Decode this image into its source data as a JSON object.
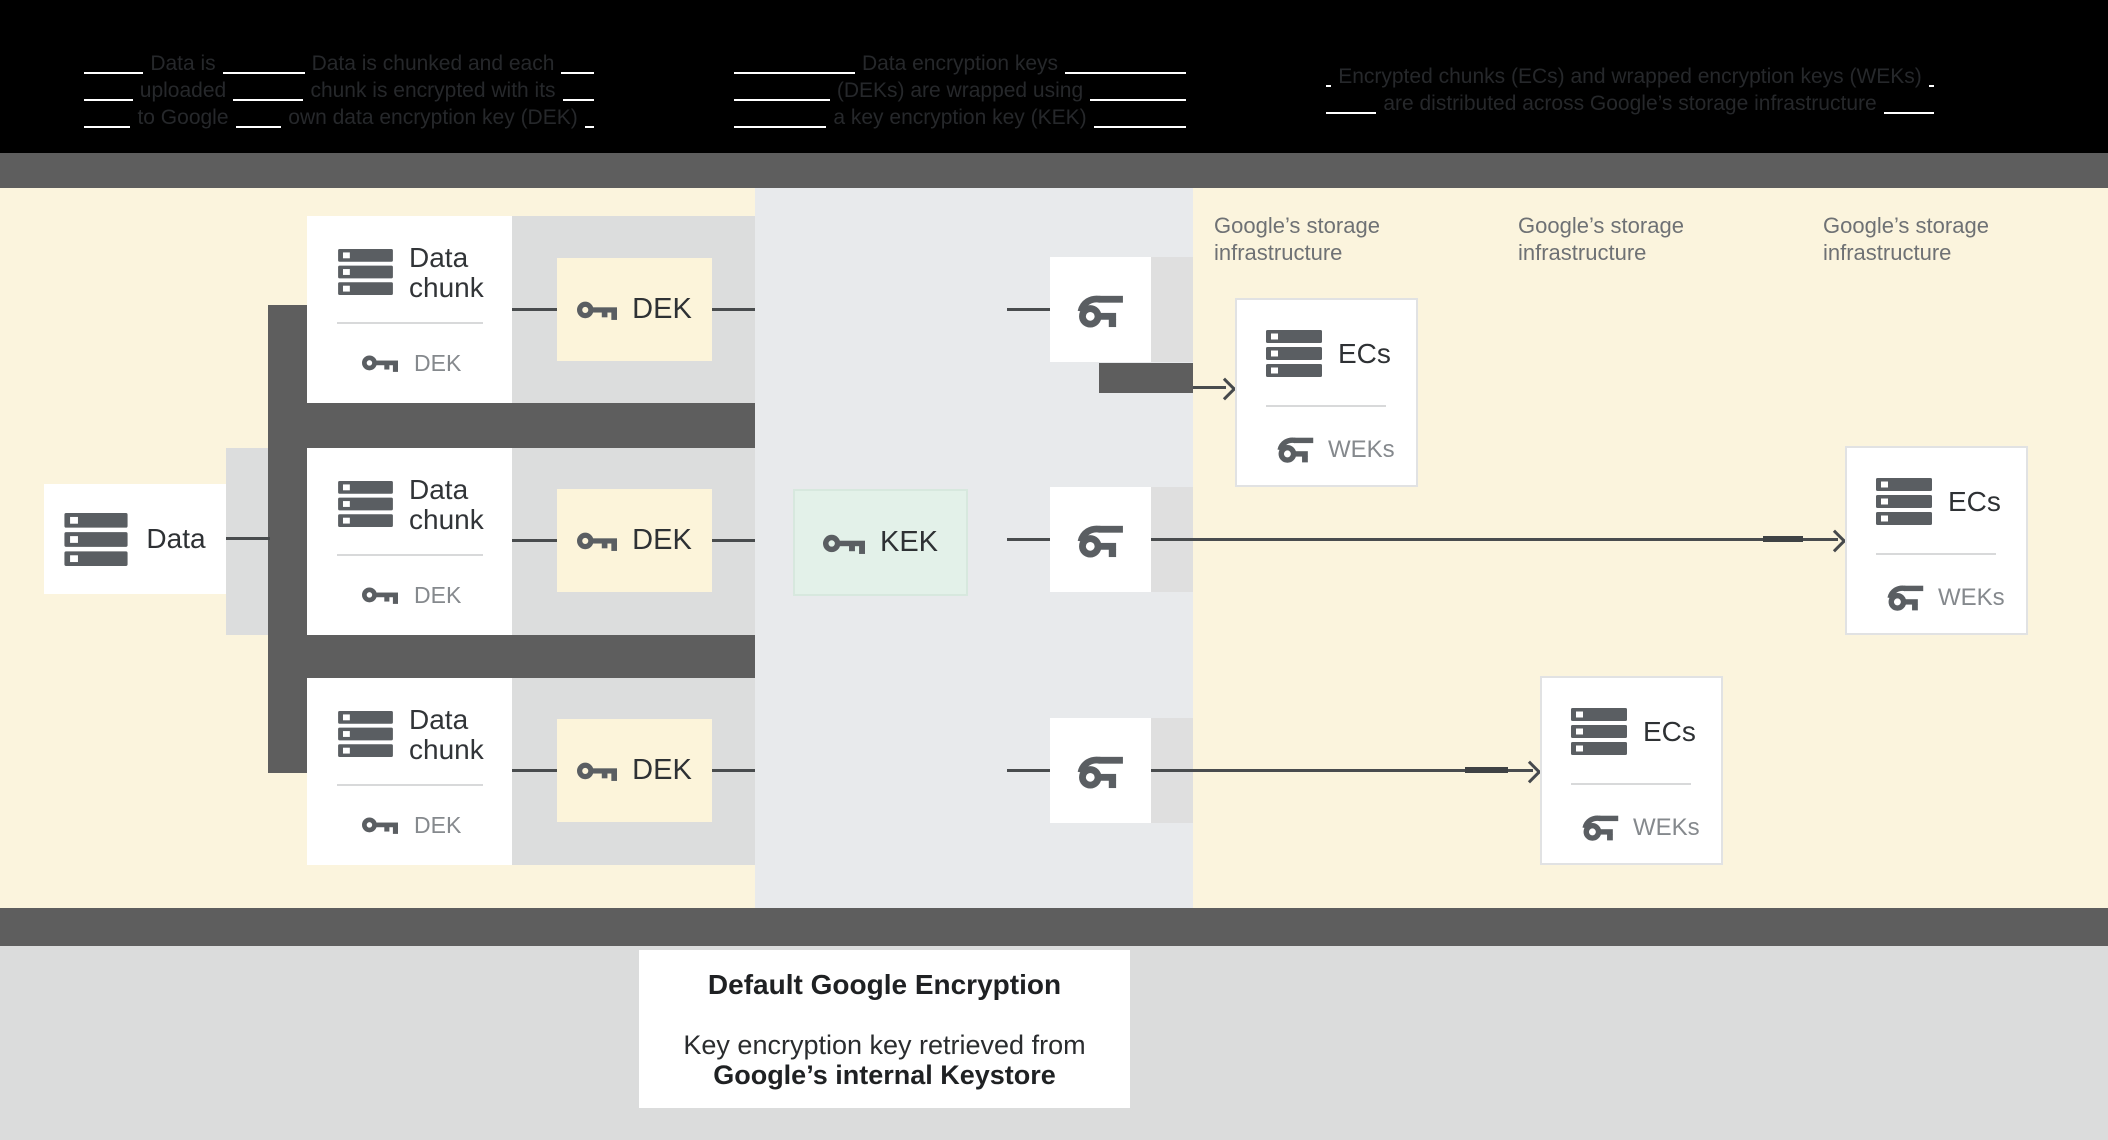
{
  "header": {
    "steps": [
      {
        "lines": [
          "Data is",
          "uploaded",
          "to Google"
        ]
      },
      {
        "lines": [
          "Data is chunked and each",
          "chunk is encrypted with its",
          "own data encryption key (DEK)"
        ]
      },
      {
        "lines": [
          "Data encryption keys",
          "(DEKs) are wrapped using",
          "a key encryption key (KEK)"
        ]
      },
      {
        "lines": [
          "Encrypted chunks (ECs) and wrapped encryption keys (WEKs)",
          "are distributed across Google’s storage infrastructure"
        ]
      }
    ]
  },
  "diagram": {
    "data_box": {
      "label": "Data"
    },
    "chunk_boxes": [
      {
        "title_line1": "Data",
        "title_line2": "chunk",
        "key_label": "DEK"
      },
      {
        "title_line1": "Data",
        "title_line2": "chunk",
        "key_label": "DEK"
      },
      {
        "title_line1": "Data",
        "title_line2": "chunk",
        "key_label": "DEK"
      }
    ],
    "dek_boxes": [
      {
        "label": "DEK"
      },
      {
        "label": "DEK"
      },
      {
        "label": "DEK"
      }
    ],
    "kek_box": {
      "label": "KEK"
    },
    "storage_labels": [
      {
        "line1": "Google’s storage",
        "line2": "infrastructure"
      },
      {
        "line1": "Google’s storage",
        "line2": "infrastructure"
      },
      {
        "line1": "Google’s storage",
        "line2": "infrastructure"
      }
    ],
    "ecs_boxes": [
      {
        "title": "ECs",
        "key_label": "WEKs"
      },
      {
        "title": "ECs",
        "key_label": "WEKs"
      },
      {
        "title": "ECs",
        "key_label": "WEKs"
      }
    ]
  },
  "footer": {
    "title": "Default Google Encryption",
    "subtitle_line1": "Key encryption key retrieved from",
    "subtitle_line2": "Google’s internal Keystore"
  },
  "colors": {
    "background_yellow": "#fbf4dd",
    "background_bluegray": "#e8eaec",
    "band_gray": "#dcdddd",
    "bar_dark": "#5e5e5e",
    "icon_gray": "#5a5e62",
    "kek_mint": "#e3f1e9",
    "dek_yellow": "#fcf4da",
    "text_dark": "#2e3134",
    "text_gray": "#85898d",
    "storage_label_gray": "#6e7174",
    "footer_background": "#dbdcdc"
  }
}
